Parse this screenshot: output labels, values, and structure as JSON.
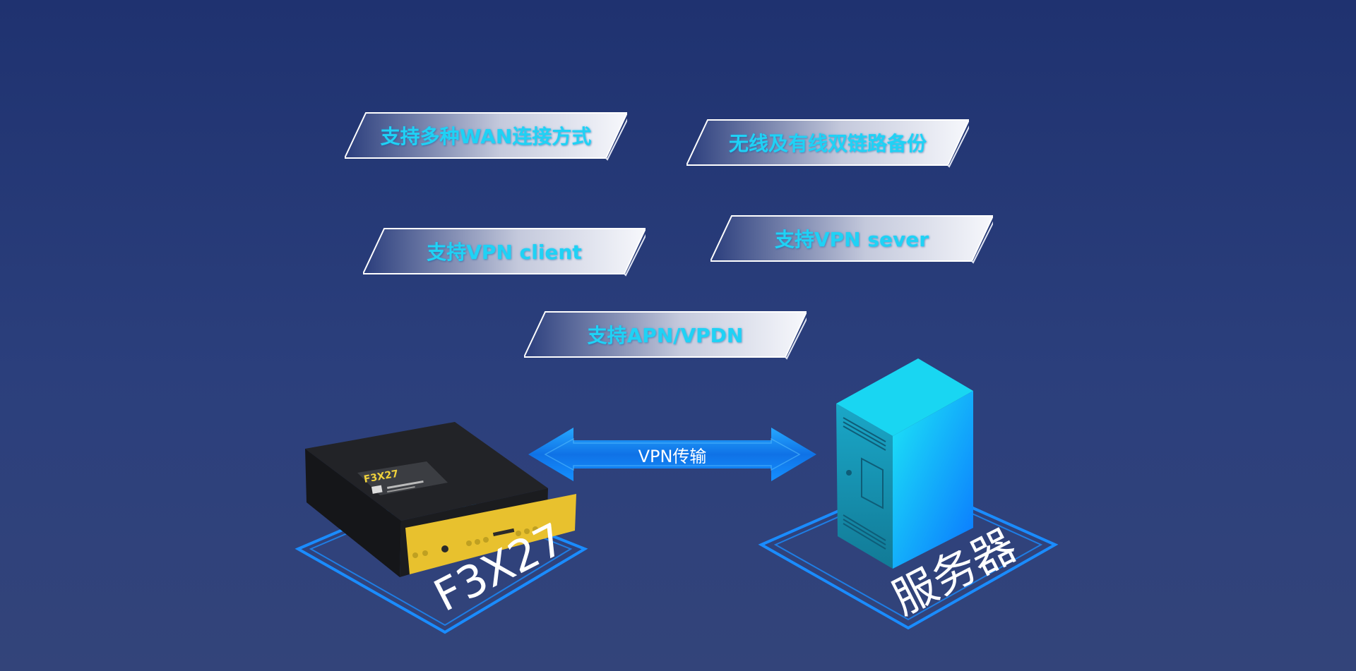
{
  "features": [
    {
      "label": "支持多种WAN连接方式"
    },
    {
      "label": "无线及有线双链路备份"
    },
    {
      "label": "支持VPN client"
    },
    {
      "label": "支持VPN sever"
    },
    {
      "label": "支持APN/VPDN"
    }
  ],
  "link": {
    "label": "VPN传输"
  },
  "router": {
    "caption": "F3X27",
    "panel_model": "F3X27"
  },
  "server": {
    "caption": "服务器"
  },
  "colors": {
    "background_top": "#1f3270",
    "background_bottom": "#33447a",
    "tag_text": "#1fd2f5",
    "platform_outline": "#1a8cff",
    "arrow_blue": "#1476e8",
    "server_cyan": "#19d6f2",
    "router_body": "#1e1f22",
    "router_panel": "#e8c12e"
  }
}
